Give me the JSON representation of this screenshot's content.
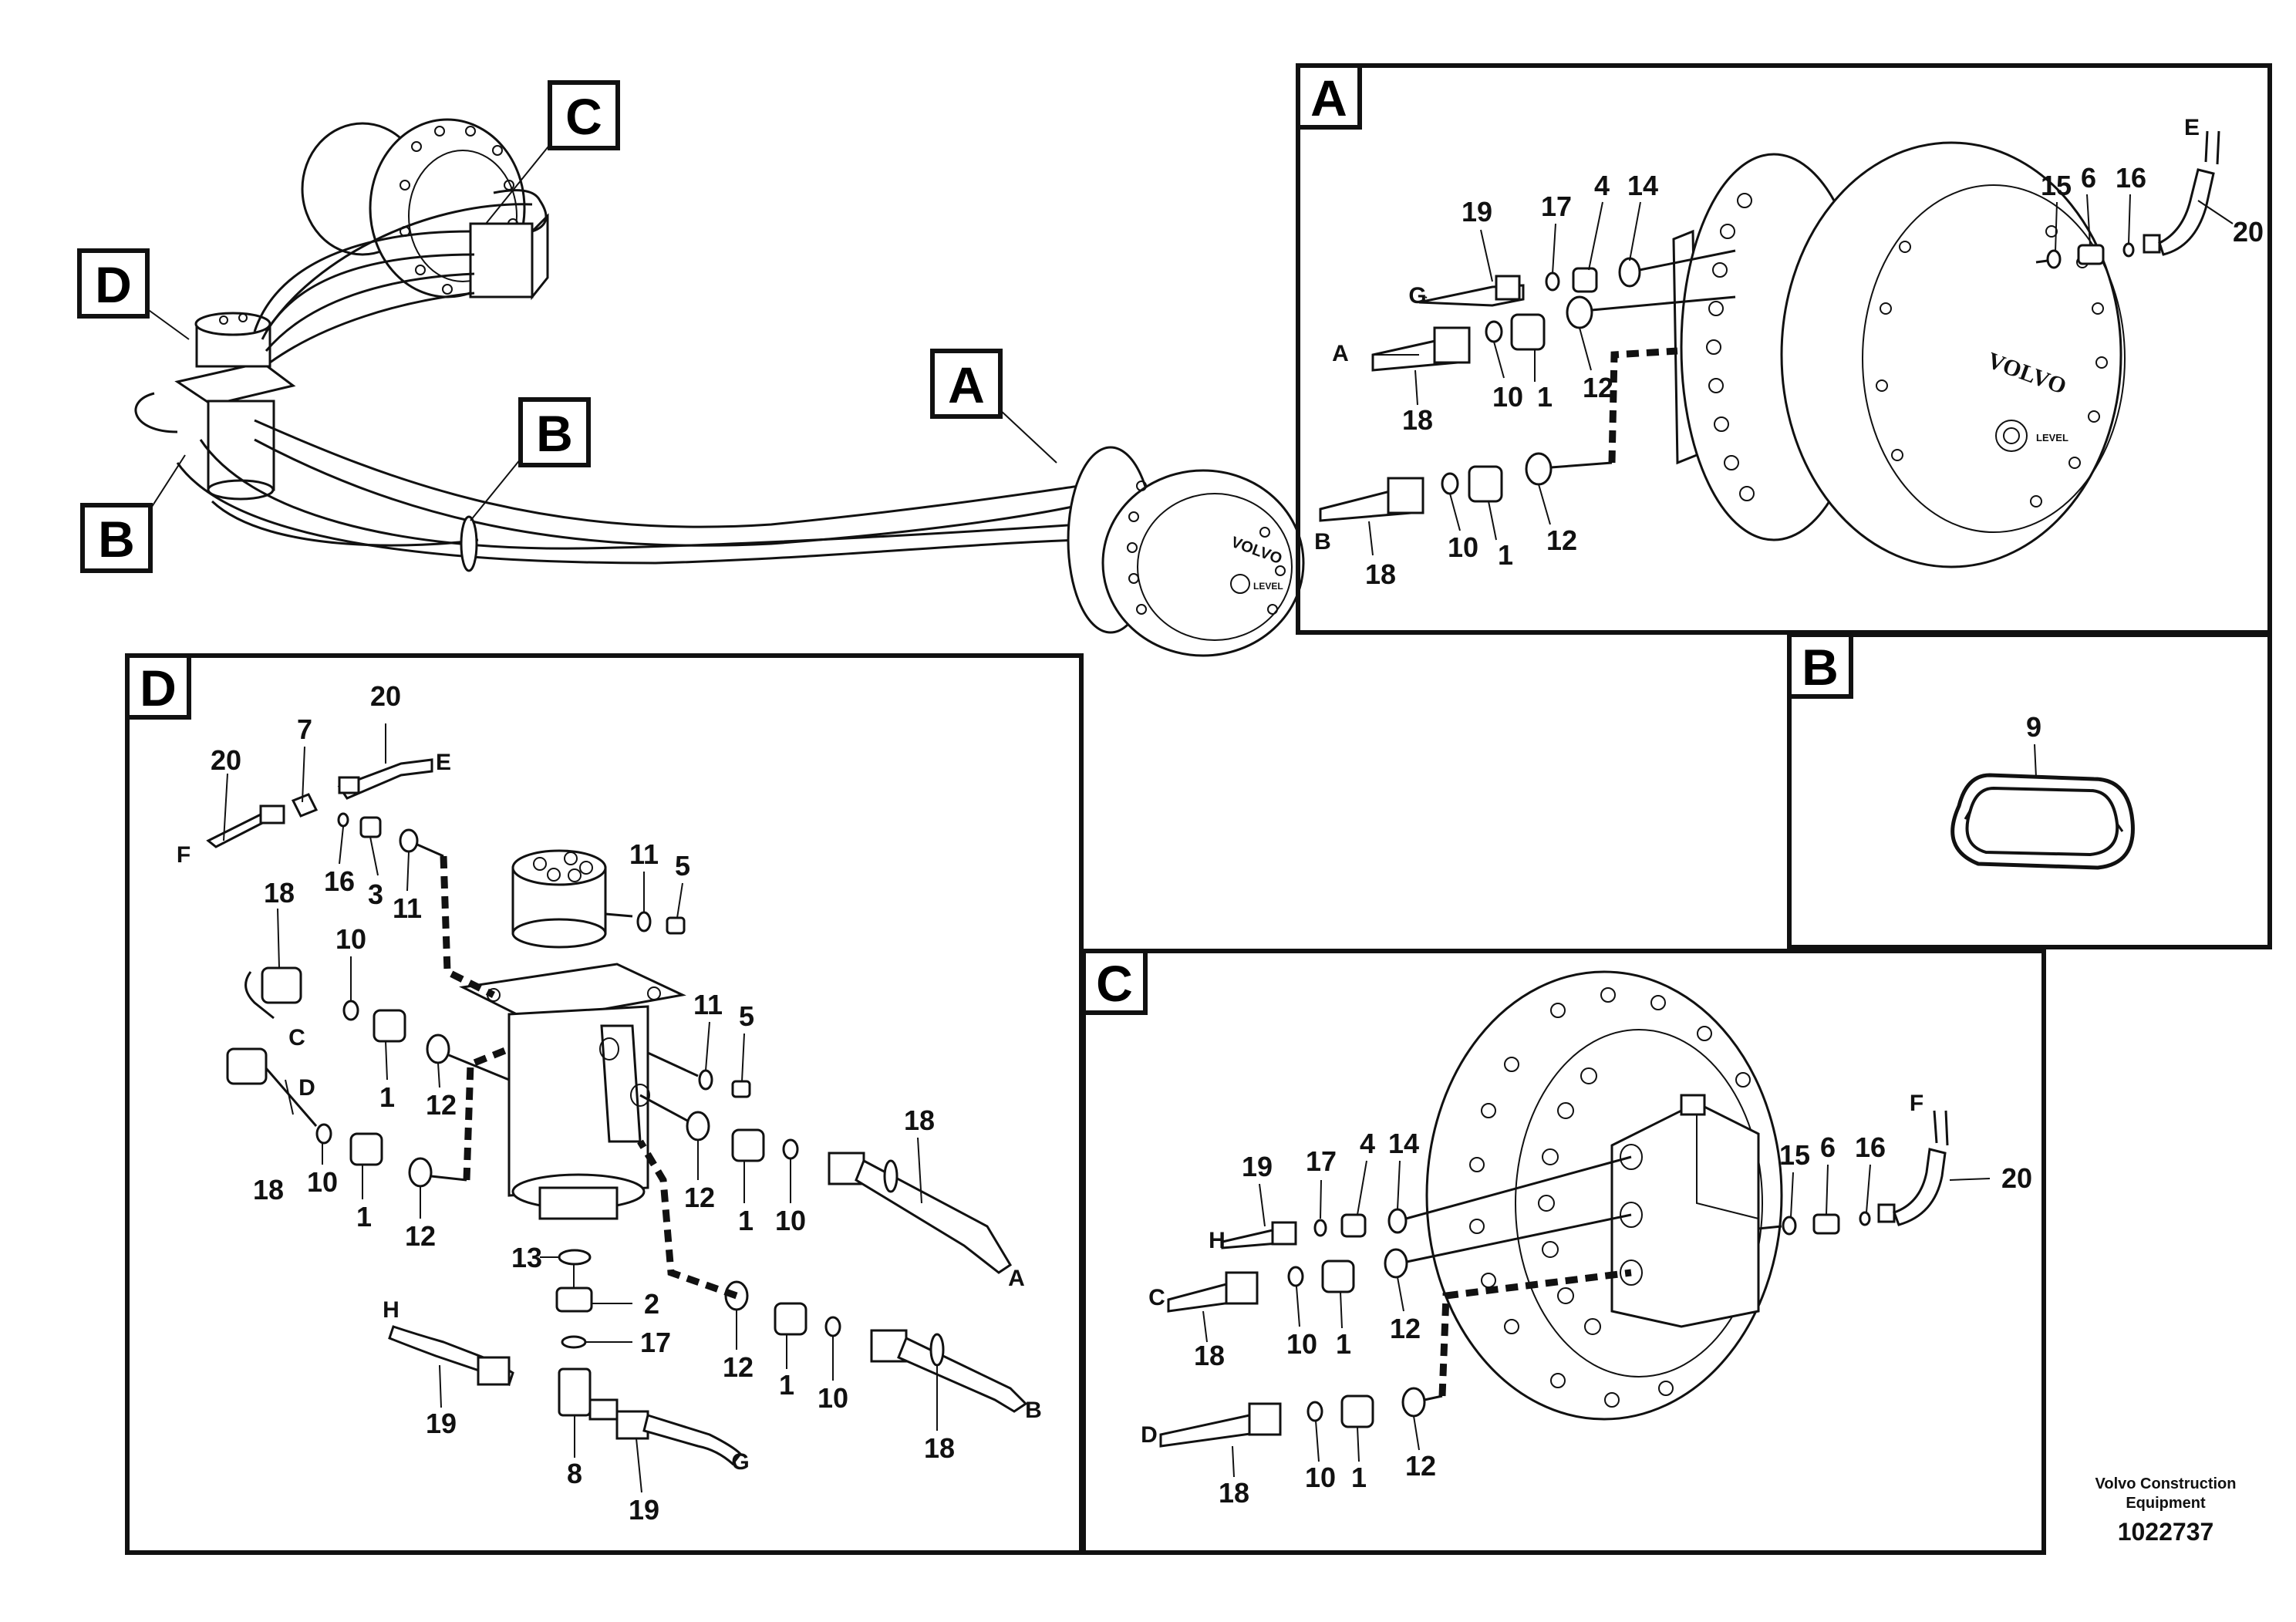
{
  "callouts": {
    "A": "A",
    "B": "B",
    "C": "C",
    "D": "D"
  },
  "overview": {
    "brand": "VOLVO",
    "brand_small": "LEVEL"
  },
  "panel_a": {
    "tag": "A",
    "brand": "VOLVO",
    "level": "LEVEL",
    "labels": {
      "p19": "19",
      "p17": "17",
      "p4": "4",
      "p14": "14",
      "p15": "15",
      "p6": "6",
      "p16": "16",
      "p20": "20",
      "e": "E",
      "g": "G",
      "a": "A",
      "b": "B",
      "p18a": "18",
      "p10a": "10",
      "p1a": "1",
      "p12a": "12",
      "p18b": "18",
      "p10b": "10",
      "p1b": "1",
      "p12b": "12"
    }
  },
  "panel_b": {
    "tag": "B",
    "labels": {
      "p9": "9"
    }
  },
  "panel_c": {
    "tag": "C",
    "labels": {
      "p19": "19",
      "p17": "17",
      "p4": "4",
      "p14": "14",
      "p15": "15",
      "p6": "6",
      "p16": "16",
      "p20": "20",
      "f": "F",
      "h": "H",
      "c": "C",
      "d": "D",
      "p18a": "18",
      "p10a": "10",
      "p1a": "1",
      "p12a": "12",
      "p18b": "18",
      "p10b": "10",
      "p1b": "1",
      "p12b": "12"
    }
  },
  "panel_d": {
    "tag": "D",
    "labels": {
      "p20a": "20",
      "p20b": "20",
      "e": "E",
      "p7": "7",
      "f": "F",
      "p16": "16",
      "p3": "3",
      "p11a": "11",
      "p11b": "11",
      "p5a": "5",
      "p11c": "11",
      "p5b": "5",
      "p18a": "18",
      "p10a": "10",
      "c": "C",
      "p1a": "1",
      "p12a": "12",
      "d": "D",
      "p18b": "18",
      "p10b": "10",
      "p1b": "1",
      "p12b": "12",
      "p13": "13",
      "p2": "2",
      "p17": "17",
      "p12c": "12",
      "p1c": "1",
      "p10c": "10",
      "p18c": "18",
      "a": "A",
      "p12d": "12",
      "p1d": "1",
      "p10d": "10",
      "p18d": "18",
      "b": "B",
      "h": "H",
      "p19a": "19",
      "p8": "8",
      "p19b": "19",
      "g": "G"
    }
  },
  "footer": {
    "company_line1": "Volvo Construction",
    "company_line2": "Equipment",
    "doc_number": "1022737"
  }
}
